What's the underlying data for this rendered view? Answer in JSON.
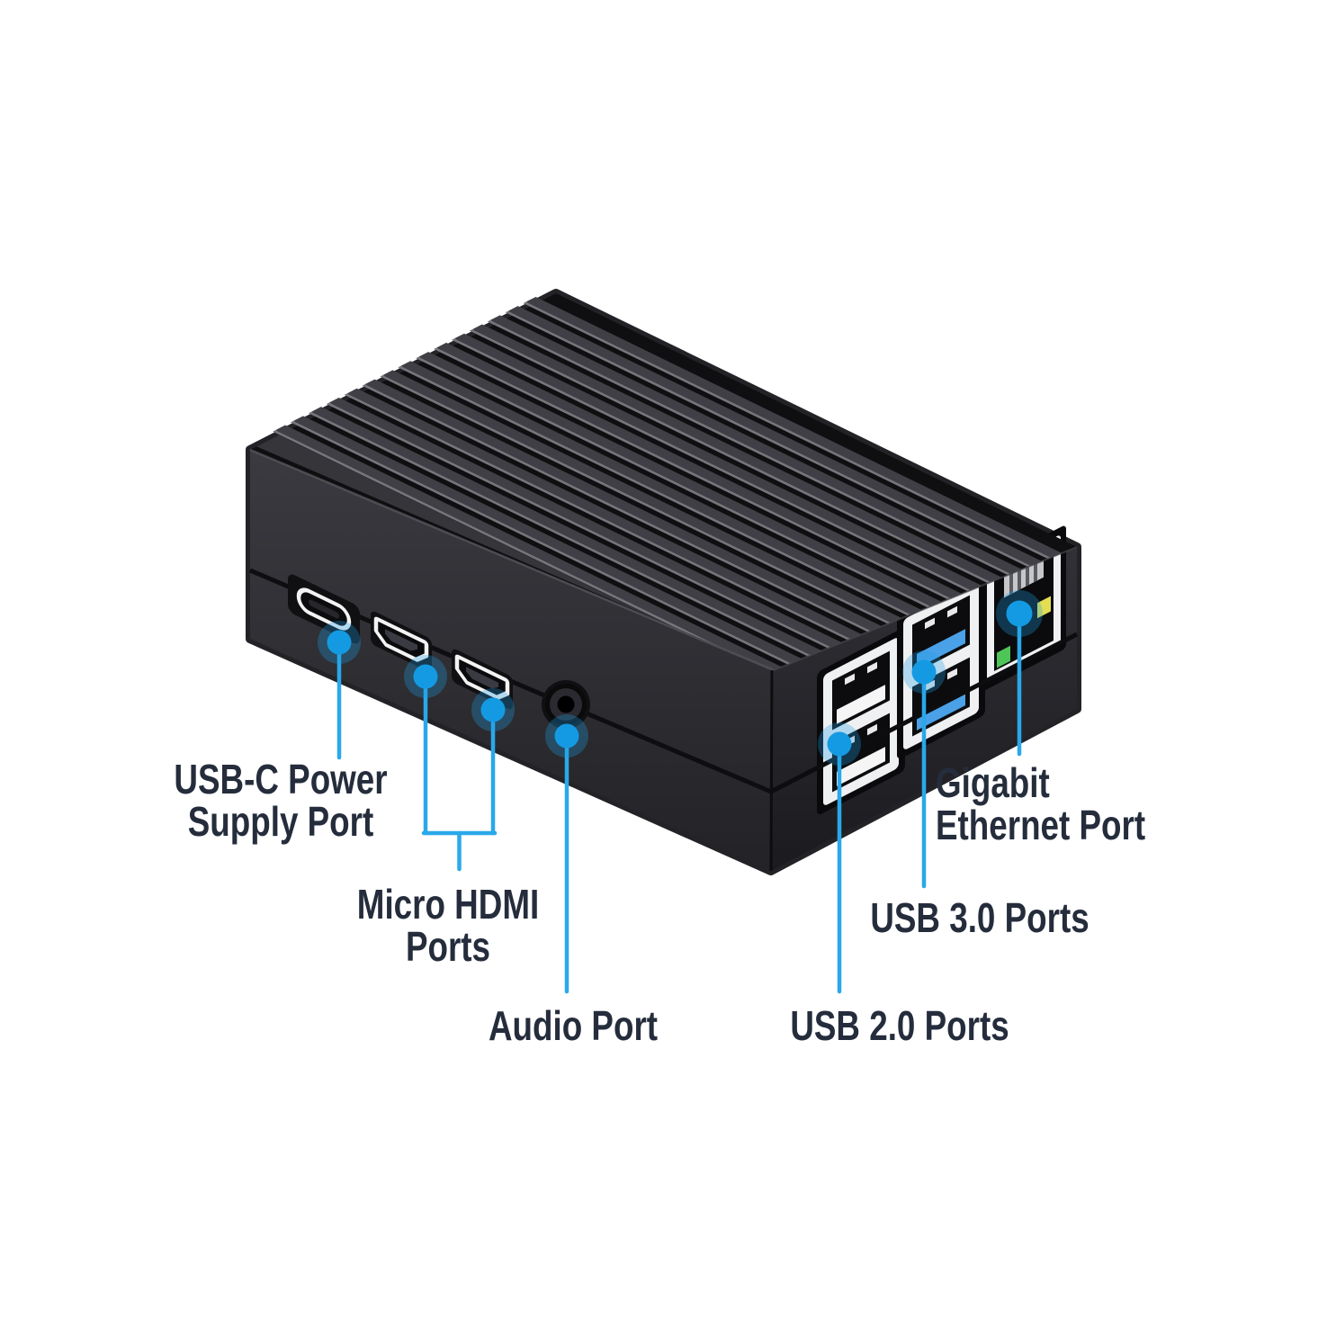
{
  "page": {
    "background": "#ffffff",
    "kind": "product-port-annotation-diagram"
  },
  "device": {
    "name": "aluminum-heatsink-case-single-board-computer",
    "body_color": "#2c2c31",
    "fin_color": "#3f3f45",
    "port_icons": [
      "usb-c-power-port-icon",
      "micro-hdmi-port-1-icon",
      "micro-hdmi-port-2-icon",
      "audio-jack-icon",
      "usb-2-dual-stack-icon",
      "usb-3-dual-stack-icon",
      "rj45-ethernet-icon"
    ],
    "usb3_tongue_color": "#4aa1e8",
    "ethernet_led_colors": {
      "yellow": "#e4de52",
      "green": "#4fc457"
    }
  },
  "callouts": [
    {
      "id": "usb-c-power",
      "label": "USB-C Power\nSupply Port"
    },
    {
      "id": "micro-hdmi",
      "label": "Micro HDMI\nPorts"
    },
    {
      "id": "audio",
      "label": "Audio Port"
    },
    {
      "id": "usb-2",
      "label": "USB 2.0 Ports"
    },
    {
      "id": "usb-3",
      "label": "USB 3.0 Ports"
    },
    {
      "id": "gigabit-ethernet",
      "label": "Gigabit\nEthernet Port"
    }
  ],
  "style": {
    "line_color": "#2aa8ea",
    "dot_color": "#149ae2",
    "halo_color": "#1f9fe6",
    "halo_opacity": 0.3,
    "text_color": "#252d3c"
  }
}
